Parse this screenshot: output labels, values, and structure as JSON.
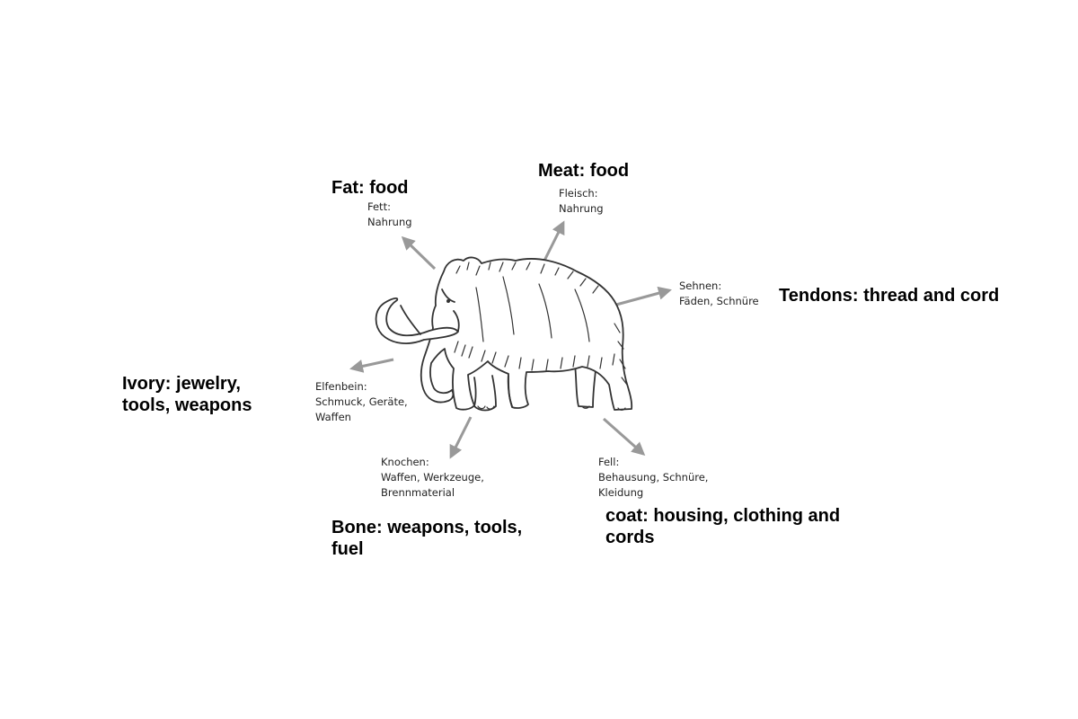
{
  "labels": {
    "fat": {
      "en": [
        "Fat: food"
      ],
      "de": [
        "Fett:",
        "Nahrung"
      ]
    },
    "meat": {
      "en": [
        "Meat: food"
      ],
      "de": [
        "Fleisch:",
        "Nahrung"
      ]
    },
    "tendons": {
      "en": [
        "Tendons: thread and cord"
      ],
      "de": [
        "Sehnen:",
        "Fäden, Schnüre"
      ]
    },
    "ivory": {
      "en": [
        "Ivory: jewelry,",
        "tools, weapons"
      ],
      "de": [
        "Elfenbein:",
        "Schmuck, Geräte,",
        "Waffen"
      ]
    },
    "bone": {
      "en": [
        "Bone: weapons, tools,",
        "fuel"
      ],
      "de": [
        "Knochen:",
        "Waffen, Werkzeuge,",
        "Brennmaterial"
      ]
    },
    "coat": {
      "en": [
        "coat: housing, clothing and",
        "cords"
      ],
      "de": [
        "Fell:",
        "Behausung, Schnüre,",
        "Kleidung"
      ]
    }
  },
  "colors": {
    "arrow": "#999999",
    "outline": "#333333",
    "text": "#000000"
  },
  "illustration": "woolly-mammoth"
}
